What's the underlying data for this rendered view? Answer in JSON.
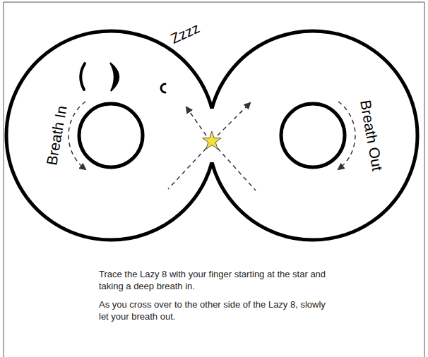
{
  "diagram": {
    "nodes": [
      {
        "text": [
          "Breath In"
        ]
      },
      {
        "text": [
          "Breath Out"
        ]
      }
    ],
    "labels": [
      "Zzzz",
      "Trace the Lazy 8 with your finger starting at the star and taking a deep breath in.",
      "As you cross over to the other side of the Lazy 8, slowly let your breath out."
    ]
  }
}
